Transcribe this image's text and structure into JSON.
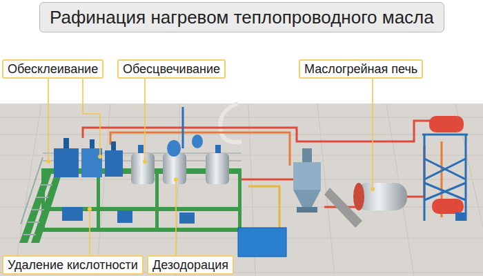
{
  "diagram": {
    "title": "Рафинация нагревом теплопроводного масла",
    "nodes": [
      {
        "text": [
          "Обесклеивание"
        ]
      },
      {
        "text": [
          "Обесцвечивание"
        ]
      },
      {
        "text": [
          "Маслогрейная печь"
        ]
      },
      {
        "text": [
          "Удаление кислотности"
        ]
      },
      {
        "text": [
          "Дезодорация"
        ]
      }
    ]
  }
}
